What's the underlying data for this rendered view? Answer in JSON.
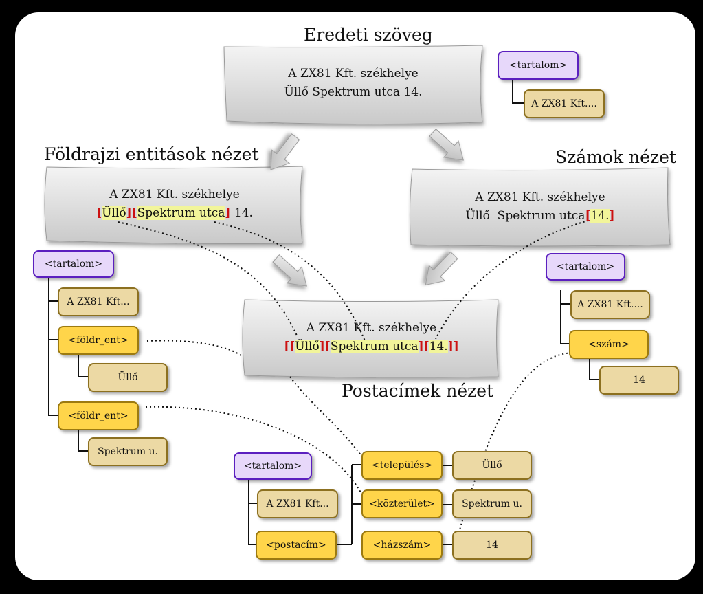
{
  "headings": {
    "original": "Eredeti szöveg",
    "geo_view": "Földrajzi entitások nézet",
    "numbers_view": "Számok nézet",
    "address_view": "Postacímek nézet"
  },
  "sentence": {
    "line1": "A  ZX81 Kft.  székhelye",
    "line2_full": "Üllő  Spektrum  utca  14.",
    "town": "Üllő",
    "street": "Spektrum  utca",
    "number": "14.",
    "open_bracket": "[",
    "close_bracket": "]"
  },
  "trees": {
    "original": {
      "root": "<tartalom>",
      "children": [
        "A ZX81 Kft...."
      ]
    },
    "geo": {
      "root": "<tartalom>",
      "text": "A ZX81 Kft...",
      "entity1": "<földr_ent>",
      "entity1_child": "Üllő",
      "entity2": "<földr_ent>",
      "entity2_child": "Spektrum u."
    },
    "numbers": {
      "root": "<tartalom>",
      "text": "A ZX81 Kft....",
      "num": "<szám>",
      "num_child": "14"
    },
    "address": {
      "root": "<tartalom>",
      "text": "A ZX81 Kft...",
      "postal": "<postacím>",
      "town": "<település>",
      "town_val": "Üllő",
      "street": "<közterület>",
      "street_val": "Spektrum u.",
      "house": "<házszám>",
      "house_val": "14"
    }
  },
  "colors": {
    "root_fill": "#e7d8fa",
    "root_border": "#5b1fbf",
    "tag_fill": "#ffd54a",
    "leaf_fill": "#ecd9a4",
    "highlight": "#f2f59a",
    "bracket": "#cc1111"
  }
}
